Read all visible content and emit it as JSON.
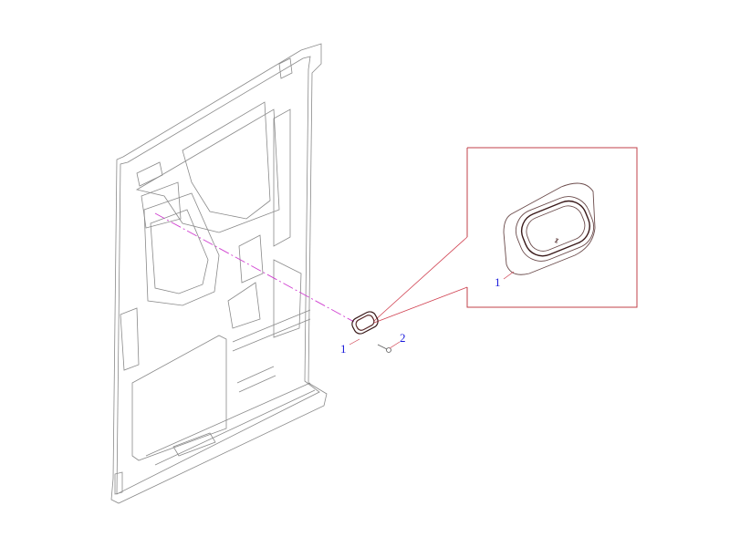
{
  "diagram": {
    "type": "exploded parts diagram",
    "subject": "sliding door inner panel with lamp assembly",
    "callouts": [
      {
        "id": "1",
        "label": "1",
        "part": "lamp-lens-assembly"
      },
      {
        "id": "2",
        "label": "2",
        "part": "screw"
      }
    ],
    "detail_view": {
      "callout_label": "1",
      "frame_color": "#c0404a"
    },
    "colors": {
      "linework": "#7a7a7a",
      "callout_text": "#1a1adb",
      "leader_line": "#d04050",
      "centerline": "#d040d0",
      "part_outline": "#5a2a2a"
    }
  }
}
